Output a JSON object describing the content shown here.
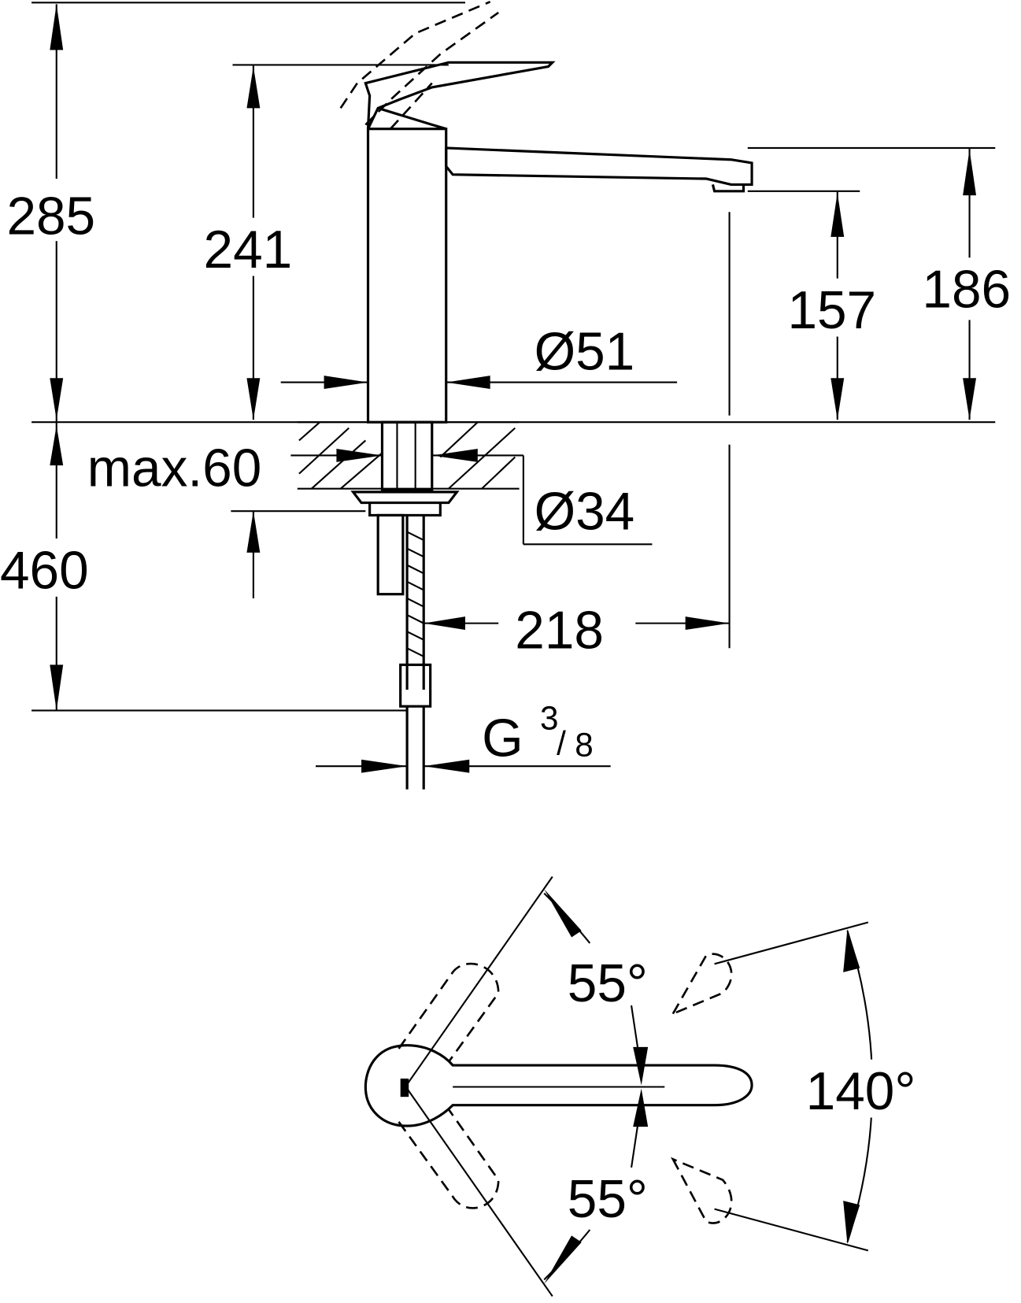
{
  "drawing": {
    "dimensions": {
      "total_height": "285",
      "lever_height": "241",
      "spout_height": "186",
      "outlet_height": "157",
      "body_diameter": "Ø51",
      "max_counter_thickness": "max.60",
      "hole_diameter": "Ø34",
      "hose_length": "460",
      "spout_reach": "218",
      "connection_thread": "G",
      "thread_numerator": "3",
      "thread_denominator": "8"
    },
    "angles": {
      "upper_swing": "55°",
      "lower_swing": "55°",
      "total_swing": "140°"
    }
  }
}
